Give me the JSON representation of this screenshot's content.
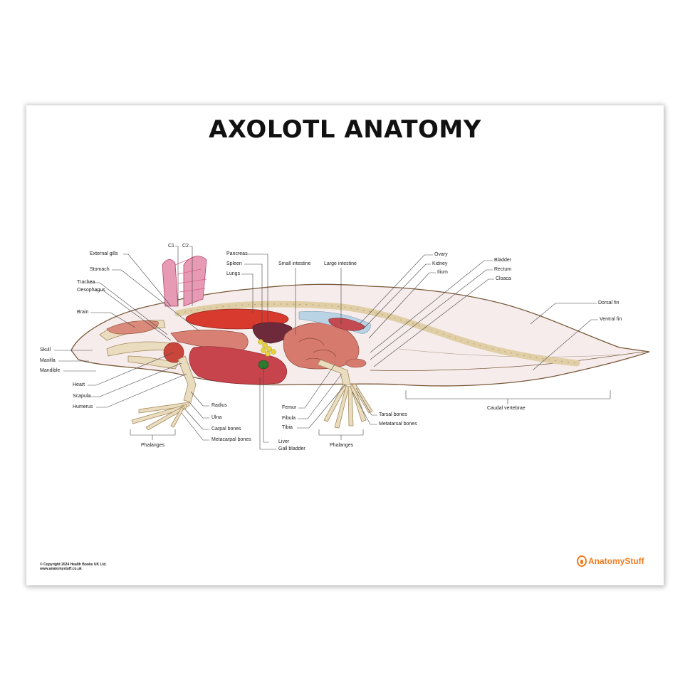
{
  "poster": {
    "title": "AXOLOTL ANATOMY",
    "copyright_line1": "© Copyright 2024 Health Books UK Ltd.",
    "copyright_line2": "www.anatomystuff.co.uk",
    "brand": "AnatomyStuff",
    "brand_color": "#f07c1e"
  },
  "labels": {
    "c1": "C1",
    "c2": "C2",
    "external_gills": "External gills",
    "stomach": "Stomach",
    "trachea": "Trachea",
    "oesophagus": "Oesophagus",
    "brain": "Brain",
    "skull": "Skull",
    "maxilla": "Maxilla",
    "mandible": "Mandible",
    "heart": "Heart",
    "scapula": "Scapula",
    "humerus": "Humerus",
    "phalanges_front": "Phalanges",
    "radius": "Radius",
    "ulna": "Ulna",
    "carpal_bones": "Carpal bones",
    "metacarpal_bones": "Metacarpal bones",
    "pancreas": "Pancreas",
    "spleen": "Spleen",
    "lungs": "Lungs",
    "small_intestine": "Small intestine",
    "large_intestine": "Large intestine",
    "liver": "Liver",
    "gall_bladder": "Gall bladder",
    "femur": "Femur",
    "fibula": "Fibula",
    "tibia": "Tibia",
    "phalanges_rear": "Phalanges",
    "tarsal_bones": "Tarsal bones",
    "metatarsal_bones": "Metatarsal bones",
    "ovary": "Ovary",
    "kidney": "Kidney",
    "ilium": "Ilium",
    "bladder": "Bladder",
    "rectum": "Rectum",
    "cloaca": "Cloaca",
    "dorsal_fin": "Dorsal fin",
    "ventral_fin": "Ventral fin",
    "caudal_vertebrae": "Caudal vertebrae"
  },
  "colors": {
    "body_fill": "#f6ecec",
    "outline": "#7a5a3a",
    "bone": "#e9dcbf",
    "lungs": "#d93a2e",
    "liver": "#c8444d",
    "intestine": "#d77a6e",
    "spleen": "#6e2a3a",
    "pancreas": "#e6d23a",
    "gall_bladder": "#2f7a2f",
    "kidney": "#b9d3e4",
    "gills": "#d9618a",
    "leader_line": "#444444"
  }
}
